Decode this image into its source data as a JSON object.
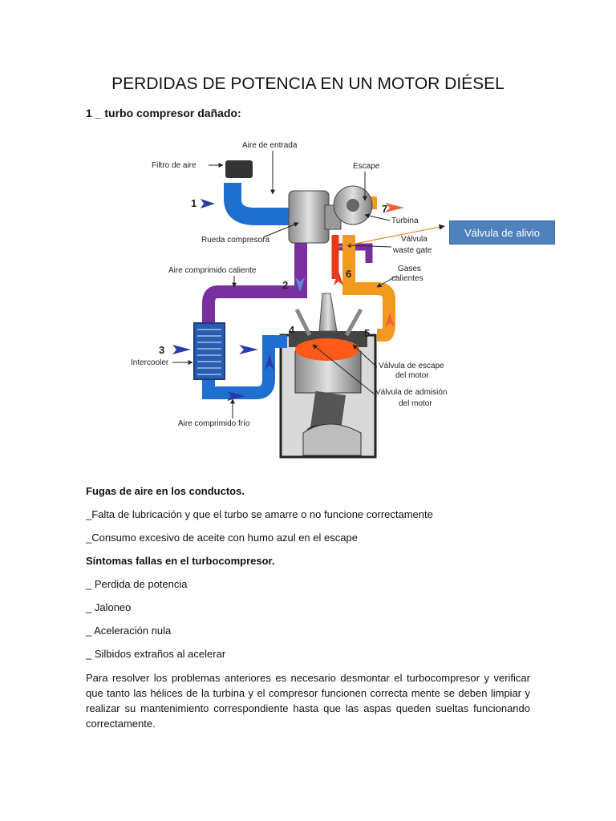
{
  "title": "PERDIDAS DE POTENCIA EN UN MOTOR DIÉSEL",
  "section_heading": "1 _ turbo compresor dañado:",
  "diagram": {
    "labels": {
      "filtro": "Filtro de aire",
      "aire_entrada": "Aire de entrada",
      "escape": "Escape",
      "turbina": "Turbina",
      "valvula_wg_1": "Válvula",
      "valvula_wg_2": "waste gate",
      "rueda": "Rueda compresora",
      "aire_caliente": "Aire comprimido caliente",
      "gases_1": "Gases",
      "gases_2": "calientes",
      "intercooler": "Intercooler",
      "escape_motor_1": "Válvula de escape",
      "escape_motor_2": "del motor",
      "admision_1": "Válvula de admisión",
      "admision_2": "del motor",
      "aire_frio": "Aire comprimido frío"
    },
    "numbers": [
      "1",
      "2",
      "3",
      "4",
      "5",
      "6",
      "7"
    ],
    "callout": "Válvula de alivio"
  },
  "content": {
    "fugas": "Fugas de aire en los conductos.",
    "lubricacion": "_Falta de lubricación y que el turbo se amarre o no funcione correctamente",
    "consumo": "_Consumo excesivo de aceite con humo azul en el escape",
    "sintomas_heading": "Síntomas fallas en el turbocompresor.",
    "sintomas": [
      "_ Perdida de potencia",
      "_ Jaloneo",
      "_ Aceleración nula",
      "_ Silbidos extraños al acelerar"
    ],
    "paragraph": "Para resolver los problemas anteriores es necesario desmontar el turbocompresor y verificar que tanto las hélices de la turbina y el compresor funcionen correcta mente se deben limpiar y realizar su mantenimiento correspondiente hasta que las aspas queden sueltas funcionando correctamente."
  },
  "colors": {
    "blue": "#1f6fd1",
    "purple": "#7a2fa0",
    "orange": "#f29a1d",
    "red": "#e53a1c",
    "callout": "#4f81bd",
    "arrow_orange": "#f08a2a"
  }
}
